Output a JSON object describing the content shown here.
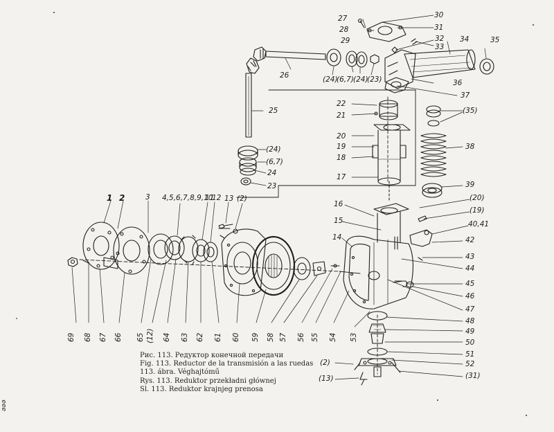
{
  "captions": [
    "Рис. 113. Редуктор конечной передачи",
    "Fig. 113. Reductor de la transmisión a las ruedas",
    "113. ábra. Véghajtómű",
    "Rys. 113. Reduktor przekładni głównej",
    "Sl.   113. Reduktor krajnjeg prenosa"
  ],
  "labels": {
    "n1": "1",
    "n2": "2",
    "n3": "3",
    "n4_11": "4,5,6,7,8,9,10",
    "n11": "11",
    "n12": "12",
    "n13": "13",
    "n2p": "(2)",
    "n14": "14",
    "n15": "15",
    "n16": "16",
    "n17": "17",
    "n18": "18",
    "n19": "19",
    "n20": "20",
    "n21": "21",
    "n22": "22",
    "n23": "23",
    "n24": "24",
    "n67": "(6,7)",
    "n24p": "(24)",
    "n25": "25",
    "n26": "26",
    "n24a": "(24)",
    "n67a": "(6,7)",
    "n24b": "(24)",
    "n23p": "(23)",
    "n27": "27",
    "n28": "28",
    "n29": "29",
    "n30": "30",
    "n31": "31",
    "n32": "32",
    "n33": "33",
    "n34": "34",
    "n35": "35",
    "n36": "36",
    "n37": "37",
    "n35p": "(35)",
    "n38": "38",
    "n39": "39",
    "n20p": "(20)",
    "n19p": "(19)",
    "n4041": "40,41",
    "n42": "42",
    "n43": "43",
    "n44": "44",
    "n45": "45",
    "n46": "46",
    "n47": "47",
    "n48": "48",
    "n49": "49",
    "n50": "50",
    "n51": "51",
    "n52": "52",
    "n31p": "(31)",
    "n2q": "(2)",
    "n13p": "(13)",
    "n53": "53",
    "n54": "54",
    "n55": "55",
    "n56": "56",
    "n57": "57",
    "n58": "58",
    "n59": "59",
    "n60": "60",
    "n61": "61",
    "n62": "62",
    "n63": "63",
    "n64": "64",
    "n12p": "(12)",
    "n65": "65",
    "n66": "66",
    "n67b": "67",
    "n68": "68",
    "n69": "69",
    "side": "ǝǝǝ"
  }
}
